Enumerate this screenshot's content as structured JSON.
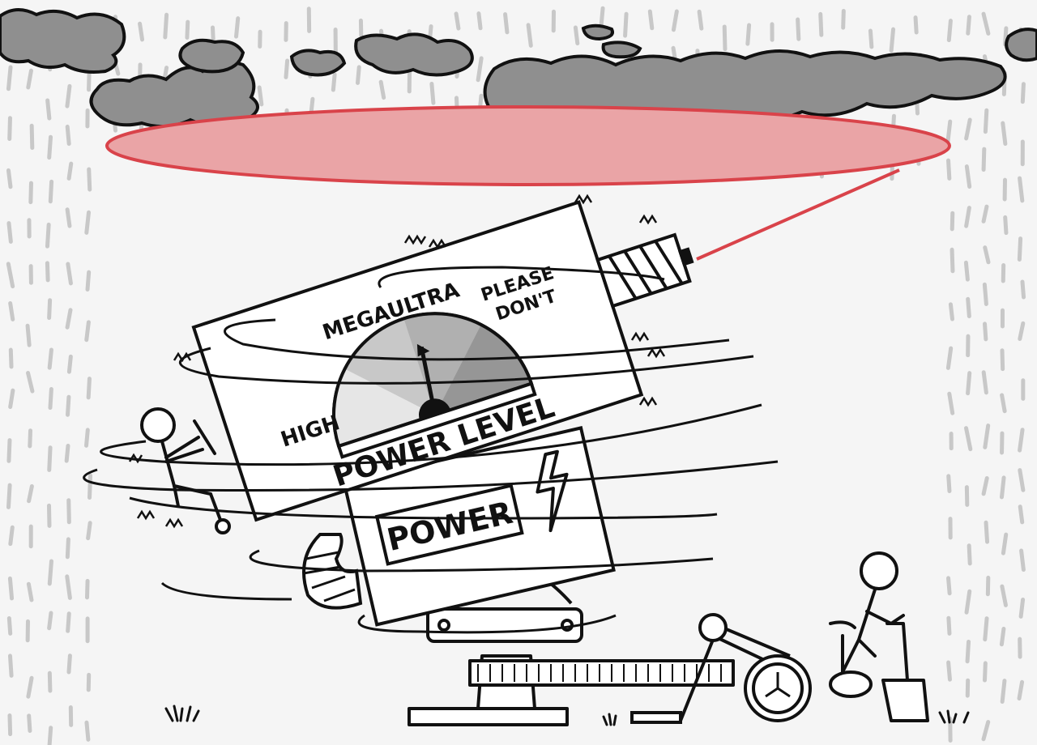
{
  "gauge": {
    "label_high": "HIGH",
    "label_megaultra": "MEGAULTRA",
    "label_please_line1": "PLEASE",
    "label_please_line2": "DON'T",
    "title": "POWER LEVEL"
  },
  "power_box": {
    "label": "POWER"
  },
  "colors": {
    "sky": "#f5f5f5",
    "rain": "#c8c8c8",
    "cloud_fill": "#8f8f8f",
    "beam_fill": "#eaa4a6",
    "beam_stroke": "#d9434a",
    "ink": "#111111"
  },
  "icons": [
    "lightning-bolt-icon",
    "gauge-icon",
    "stick-figure-icon",
    "grass-icon"
  ]
}
